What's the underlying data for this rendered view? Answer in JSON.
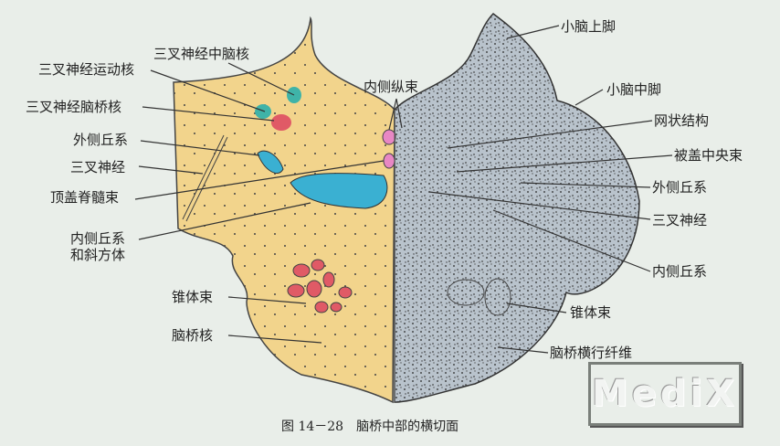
{
  "left_labels": [
    {
      "id": "trigeminal-mesencephalic-nucleus",
      "text": "三叉神经中脑核"
    },
    {
      "id": "trigeminal-motor-nucleus",
      "text": "三叉神经运动核"
    },
    {
      "id": "trigeminal-pontine-nucleus",
      "text": "三叉神经脑桥核"
    },
    {
      "id": "lateral-lemniscus-left",
      "text": "外侧丘系"
    },
    {
      "id": "trigeminal-nerve-left",
      "text": "三叉神经"
    },
    {
      "id": "tectospinal-tract",
      "text": "顶盖脊髓束"
    },
    {
      "id": "medial-lemniscus-trapezoid",
      "text": "内侧丘系\n和斜方体"
    },
    {
      "id": "pyramidal-tract-left",
      "text": "锥体束"
    },
    {
      "id": "pontine-nuclei",
      "text": "脑桥核"
    },
    {
      "id": "medial-longitudinal-fasciculus",
      "text": "内侧纵束"
    }
  ],
  "right_labels": [
    {
      "id": "superior-cerebellar-peduncle",
      "text": "小脑上脚"
    },
    {
      "id": "middle-cerebellar-peduncle",
      "text": "小脑中脚"
    },
    {
      "id": "reticular-formation",
      "text": "网状结构"
    },
    {
      "id": "central-tegmental-tract",
      "text": "被盖中央束"
    },
    {
      "id": "lateral-lemniscus-right",
      "text": "外侧丘系"
    },
    {
      "id": "trigeminal-nerve-right",
      "text": "三叉神经"
    },
    {
      "id": "medial-lemniscus",
      "text": "内侧丘系"
    },
    {
      "id": "pyramidal-tract-right",
      "text": "锥体束"
    },
    {
      "id": "transverse-pontine-fibers",
      "text": "脑桥横行纤维"
    }
  ],
  "caption": "图 14－28　脑桥中部的横切面",
  "watermark": "MediX",
  "colors": {
    "background": "#e9eee9",
    "tegmentum": "#f2d48c",
    "right_half": "#b9c3cc",
    "nucleus_teal": "#3fb3a8",
    "nucleus_red": "#e05a66",
    "tract_blue": "#3ab0d2",
    "mlf_pink": "#e887c4"
  }
}
